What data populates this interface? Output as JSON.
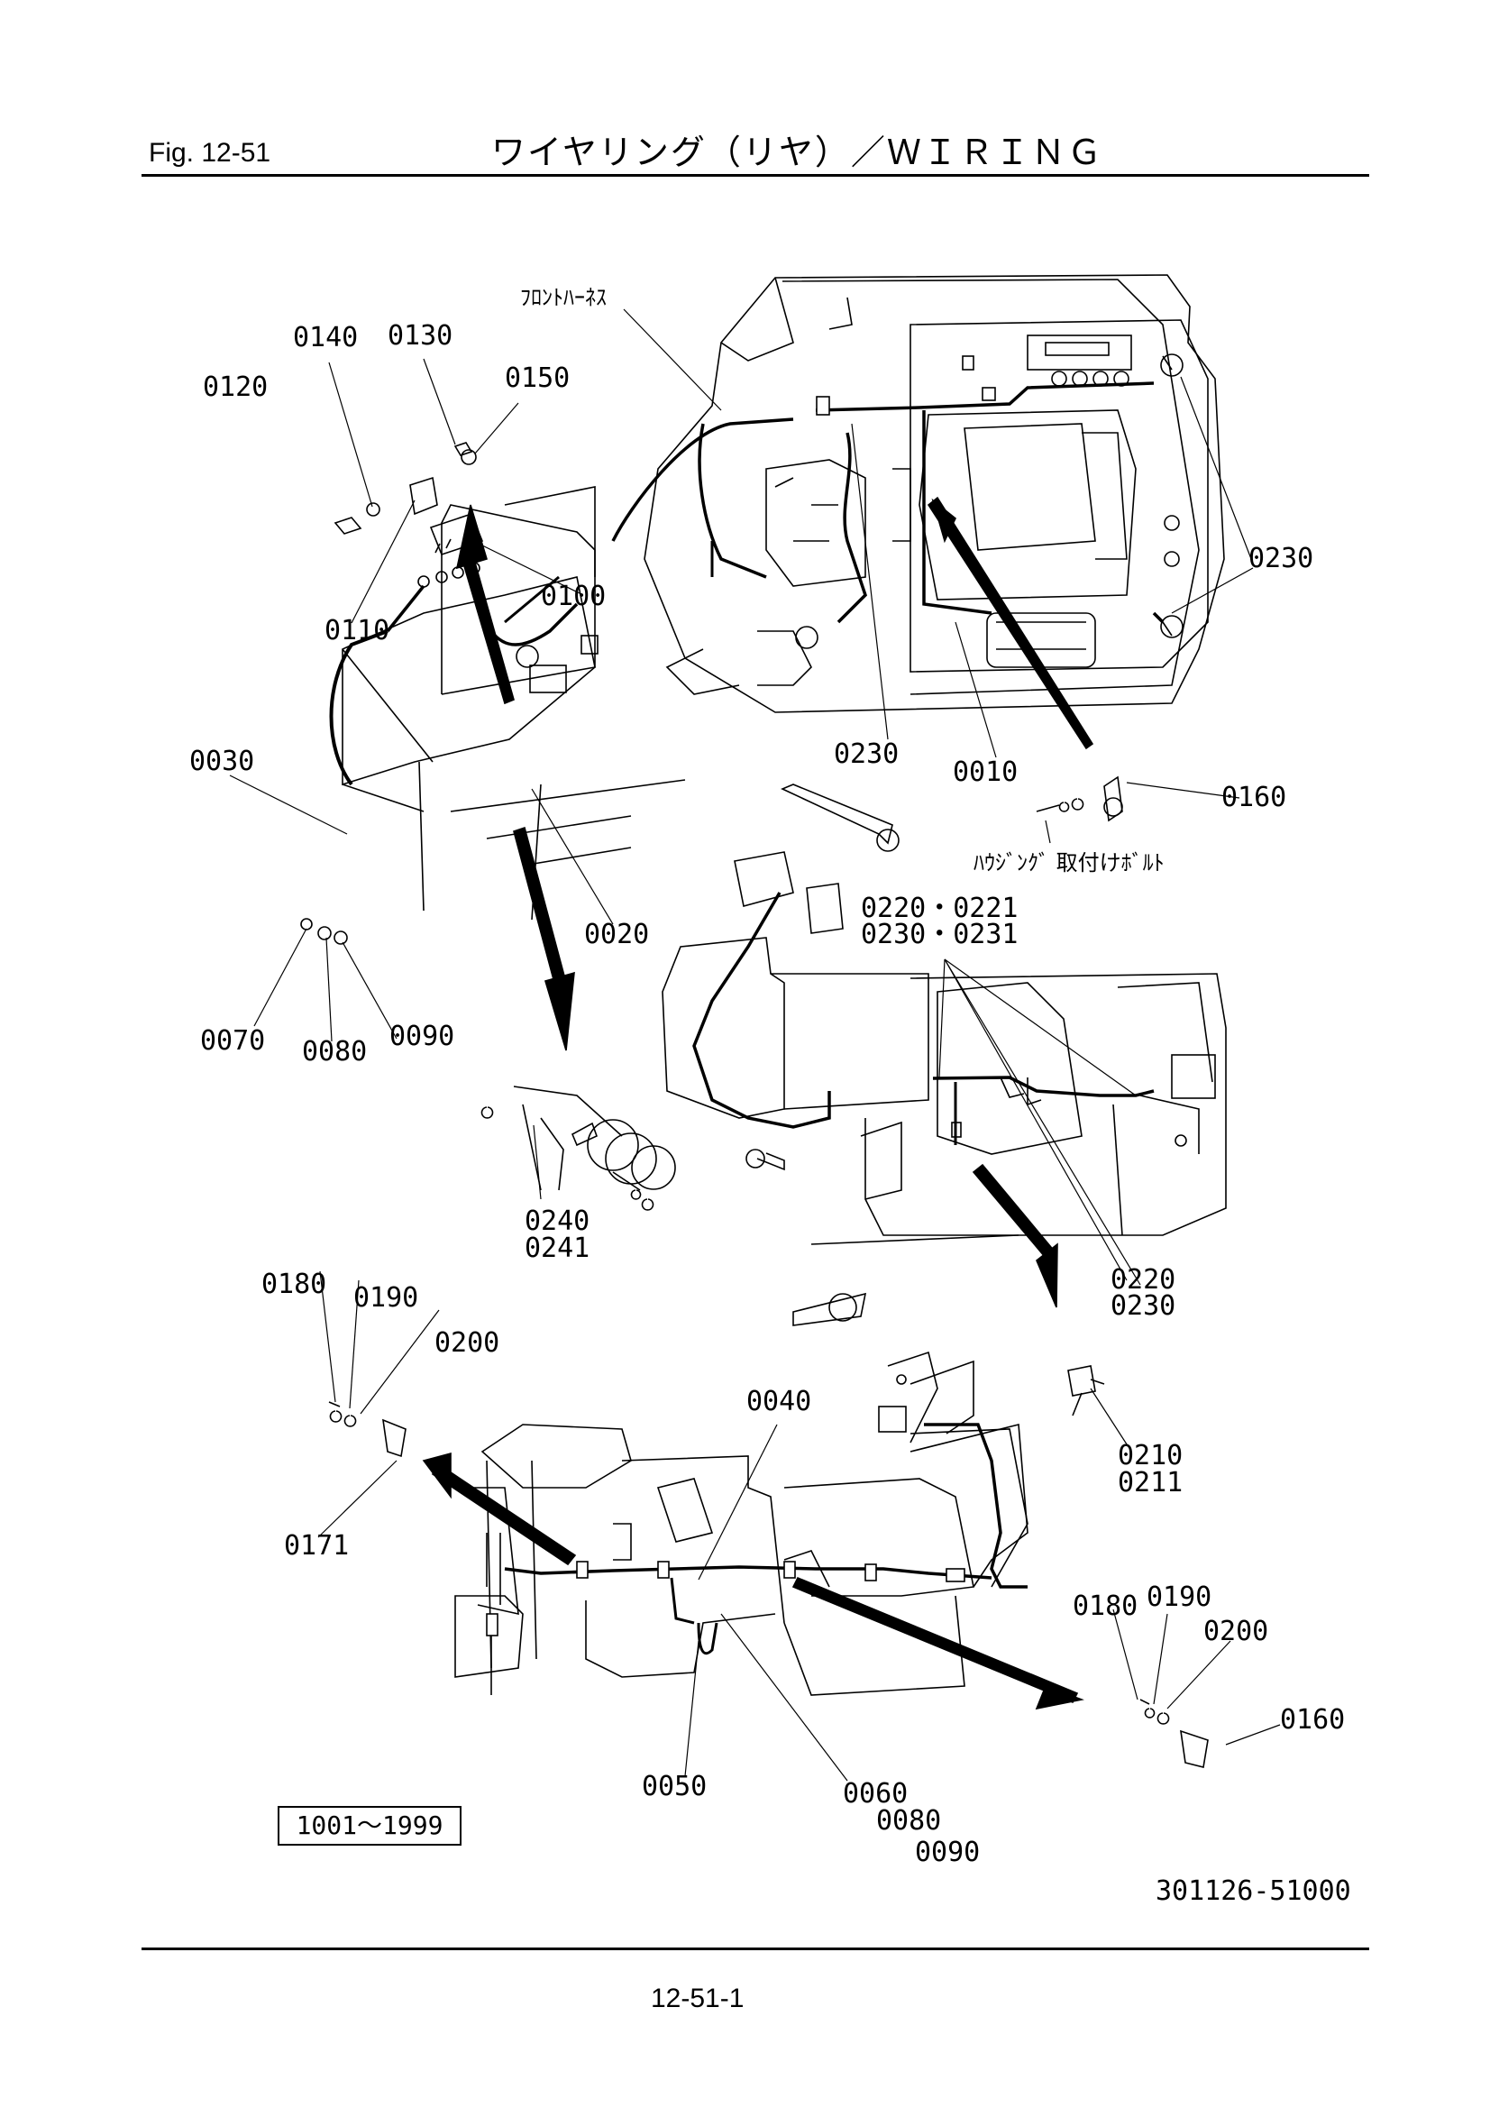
{
  "header": {
    "fig_label": "Fig.  12-51",
    "title": "ワイヤリング（リヤ）／ＷＩＲＩＮＧ"
  },
  "labels": {
    "front_harness": "ﾌﾛﾝﾄﾊｰﾈｽ",
    "housing_bolt": "ﾊｳｼﾞﾝｸﾞ 取付けﾎﾞﾙﾄ"
  },
  "callouts": {
    "c0140": "0140",
    "c0130": "0130",
    "c0120": "0120",
    "c0150": "0150",
    "c0100": "0100",
    "c0110": "0110",
    "c0030": "0030",
    "c0020": "0020",
    "c0070": "0070",
    "c0080a": "0080",
    "c0090a": "0090",
    "c0240": "0240",
    "c0241": "0241",
    "c0230_right": "0230",
    "c0230_mid": "0230",
    "c0010": "0010",
    "c0160a": "0160",
    "c0220_0221": "0220・0221",
    "c0230_0231": "0230・0231",
    "c0220": "0220",
    "c0230b": "0230",
    "c0210": "0210",
    "c0211": "0211",
    "c0180a": "0180",
    "c0190a": "0190",
    "c0200a": "0200",
    "c0171": "0171",
    "c0040": "0040",
    "c0180b": "0180",
    "c0190b": "0190",
    "c0200b": "0200",
    "c0160b": "0160",
    "c0050": "0050",
    "c0060": "0060",
    "c0080b": "0080",
    "c0090b": "0090"
  },
  "footer": {
    "serial_range": "1001～1999",
    "drawing_number": "301126-51000",
    "page_number": "12-51-1"
  }
}
